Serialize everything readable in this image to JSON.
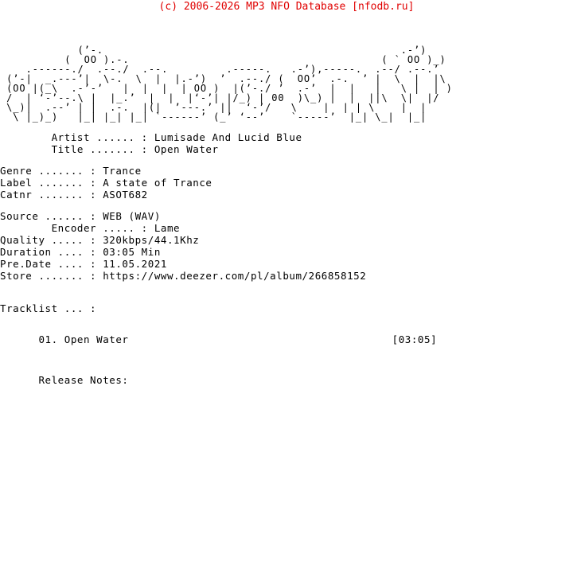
{
  "header": {
    "copyright": "(c) 2006-2026 MP3 NFO Database [nfodb.ru]",
    "color": "#e00000"
  },
  "logo": {
    "name": "falcon-ascii-logo",
    "text_color": "#000000",
    "ascii": [
      "            (’-.                                              .-’)  ",
      "          (  OO ).-.                                       ( ` OO )_)",
      "    .------./  .--./  .--.         .-----.   .-’),-----.  .--/ .--.’ ",
      " (’-|  _.---’|  \\-.  \\  |  |.-’)  ’  .--./ (  OO’  .-.  ’ |  \\  |  |\\",
      " (OO |(_\\  .-’-’   |  |  |  | OO )  |(’-./ ’  .-’  |  |   |   \\ |  | )",
      " /  | ‘-’--.\\ |  |_.’  |  |  |‘-’| |/_) | 00  )\\_) |  |  ||\\  \\|  |/ ",
      " \\_)|  .--’ | |  .-.  |(|  ’---.’ ||  ‘-’/   \\    |  | | \\    |  |  ",
      "  \\ |_)_)   |_| |_| |_| `------’ (_’ ‘--’    `-----’  |_| \\_|  |_|   "
    ]
  },
  "info": {
    "primary": [
      {
        "label": "Artist ......",
        "sep": ":",
        "value": "Lumisade And Lucid Blue"
      },
      {
        "label": "Title .......",
        "sep": ":",
        "value": "Open Water"
      }
    ],
    "release": [
      {
        "label": "Genre .......",
        "sep": ":",
        "value": "Trance"
      },
      {
        "label": "Label .......",
        "sep": ":",
        "value": "A state of Trance"
      },
      {
        "label": "Catnr .......",
        "sep": ":",
        "value": "ASOT682"
      }
    ],
    "technical": [
      {
        "label": "Source ......",
        "sep": ":",
        "value": "WEB (WAV)"
      },
      {
        "label": "Encoder .....",
        "sep": ":",
        "value": "Lame"
      },
      {
        "label": "Quality .....",
        "sep": ":",
        "value": "320kbps/44.1Khz"
      },
      {
        "label": "Duration ....",
        "sep": ":",
        "value": "03:05 Min"
      },
      {
        "label": "Pre.Date ....",
        "sep": ":",
        "value": "11.05.2021"
      },
      {
        "label": "Store .......",
        "sep": ":",
        "value": "https://www.deezer.com/pl/album/266858152"
      }
    ]
  },
  "tracklist": {
    "heading": "Tracklist ... :",
    "tracks": [
      {
        "num": "01.",
        "title": "Open Water",
        "time": "[03:05]"
      }
    ]
  },
  "notes": {
    "heading": "Release Notes:",
    "body": ""
  },
  "lines": {
    "artist_line": "        Artist ...... : Lumisade And Lucid Blue",
    "title_line": "        Title ....... : Open Water",
    "genre_line": "Genre ....... : Trance",
    "label_line": "Label ....... : A state of Trance",
    "catnr_line": "Catnr ....... : ASOT682",
    "source_line": "Source ...... : WEB (WAV)",
    "encoder_line": "        Encoder ..... : Lame",
    "quality_line": "Quality ..... : 320kbps/44.1Khz",
    "duration_line": "Duration .... : 03:05 Min",
    "predate_line": "Pre.Date .... : 11.05.2021",
    "store_line": "Store ....... : https://www.deezer.com/pl/album/266858152",
    "tracklist_heading_line": "Tracklist ... :",
    "track_line_1": "      01. Open Water                                         [03:05]",
    "notes_heading_line": "      Release Notes:"
  }
}
